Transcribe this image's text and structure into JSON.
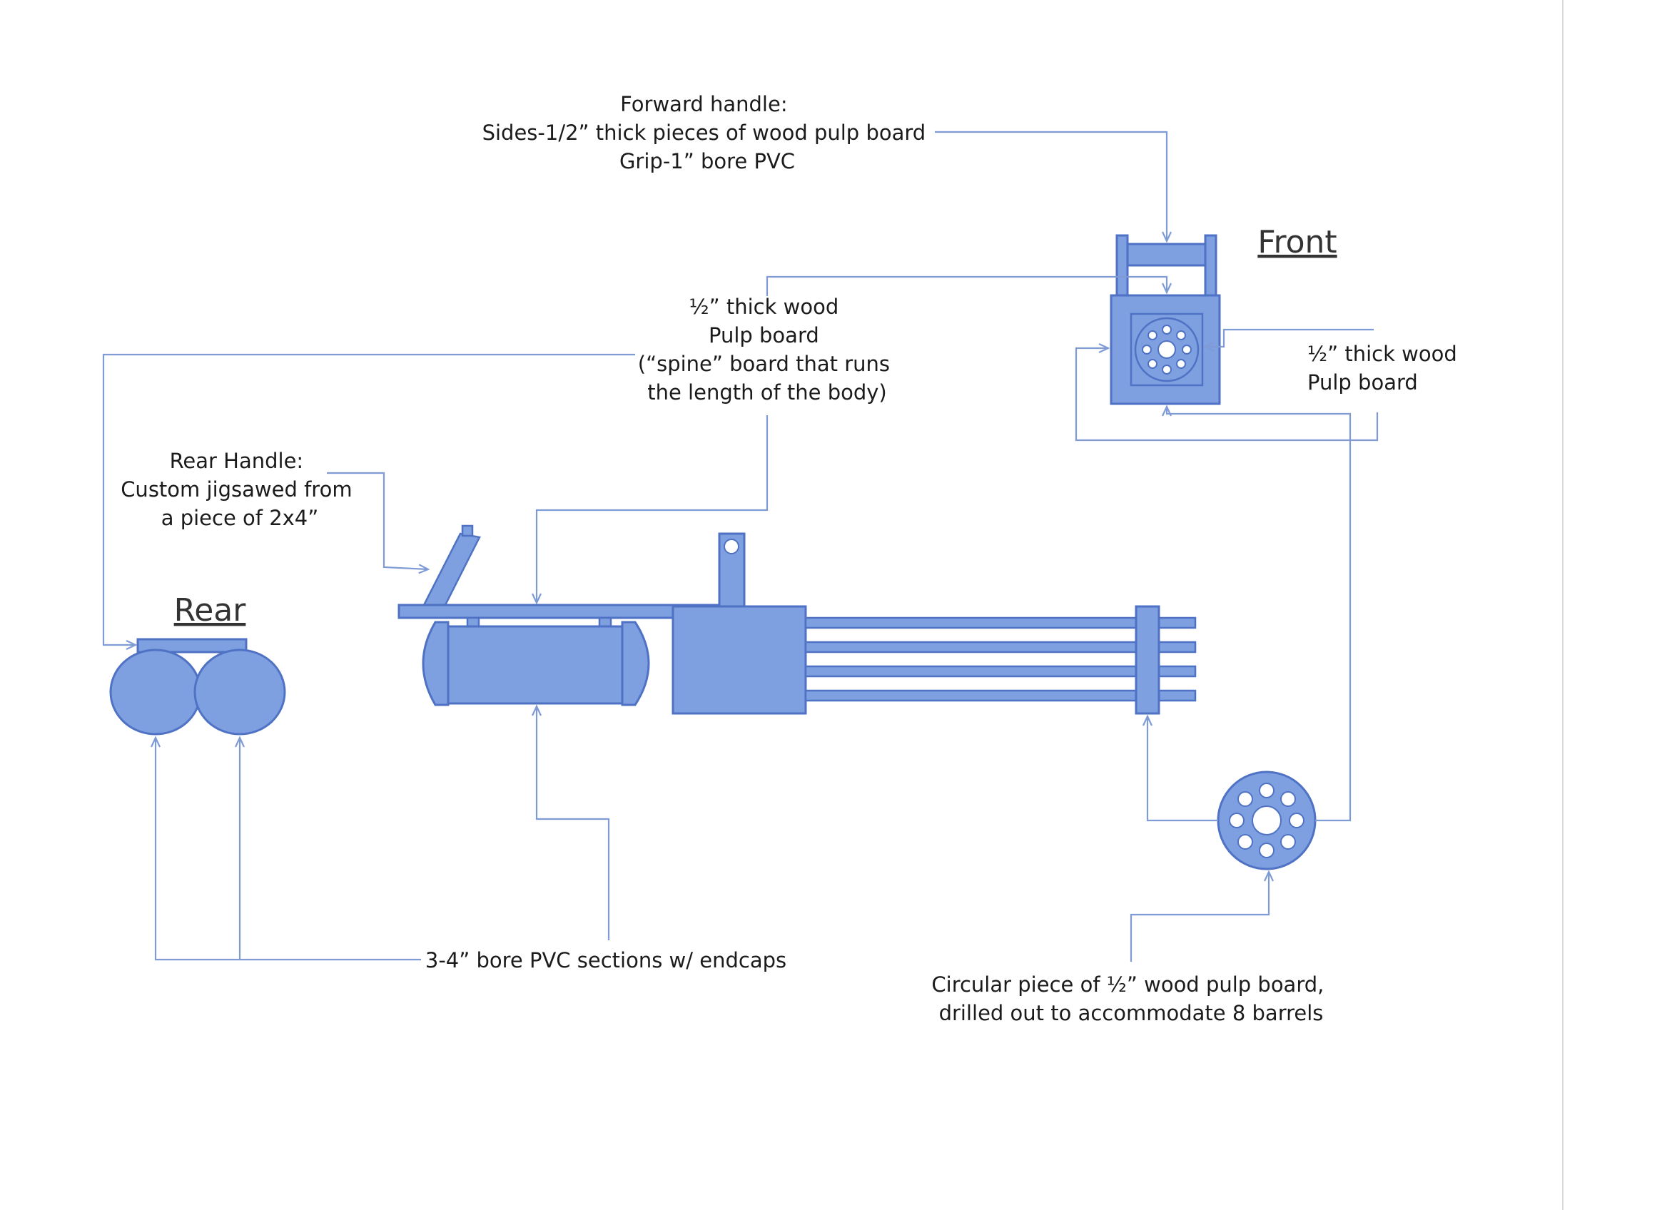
{
  "views": {
    "front": "Front",
    "rear": "Rear"
  },
  "labels": {
    "forward_handle": [
      "Forward handle:",
      "Sides-1/2” thick pieces of wood pulp board",
      "Grip-1” bore PVC"
    ],
    "spine": [
      "½” thick wood",
      "Pulp board",
      "(“spine” board that runs",
      "the length of the body)"
    ],
    "front_board": [
      "½” thick wood",
      "Pulp board"
    ],
    "rear_handle": [
      "Rear Handle:",
      "Custom jigsawed from",
      "a piece of 2x4”"
    ],
    "pvc": "3-4” bore PVC sections w/ endcaps",
    "circular": [
      "Circular piece of ½” wood pulp board,",
      "drilled out to accommodate 8 barrels"
    ]
  },
  "colors": {
    "part_fill": "#7e9fe0",
    "part_stroke": "#4f72c4",
    "leader": "#7f9bd6",
    "text": "#1b1b1b"
  }
}
